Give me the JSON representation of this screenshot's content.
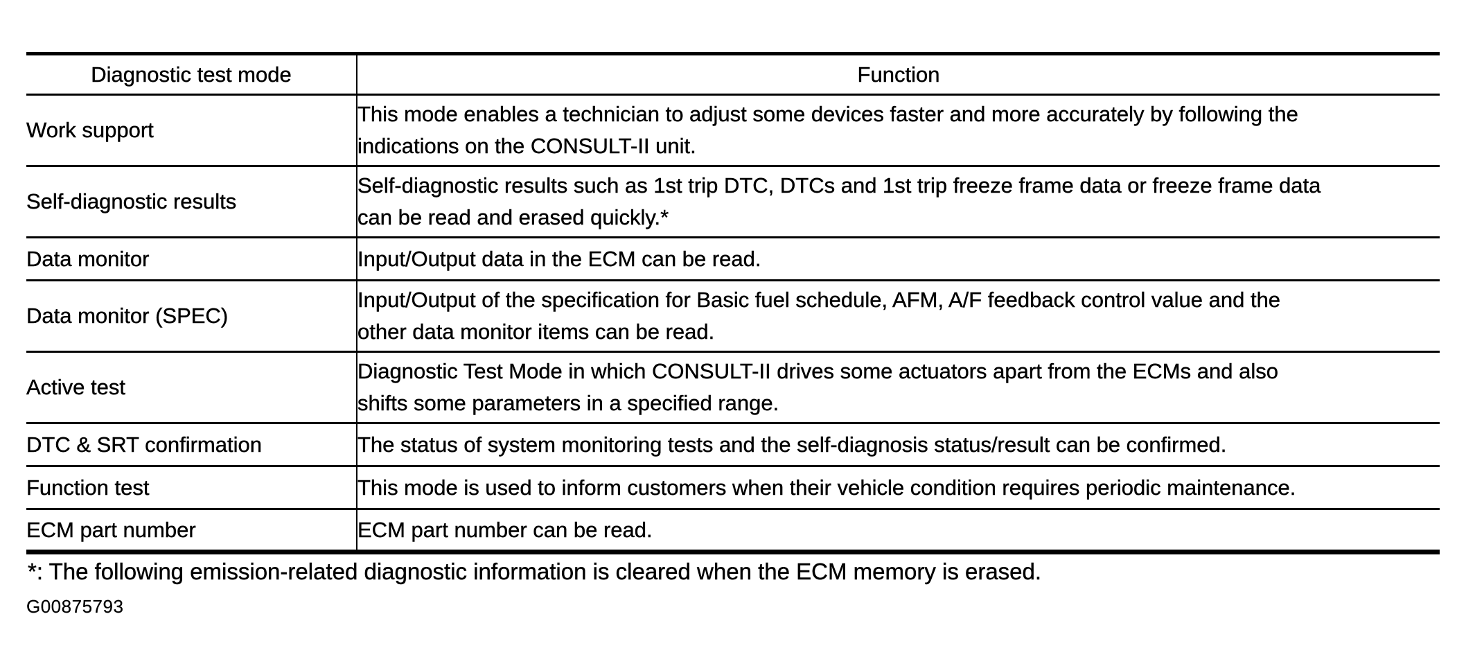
{
  "table": {
    "headers": {
      "mode": "Diagnostic test mode",
      "function": "Function"
    },
    "rows": [
      {
        "mode": "Work support",
        "function_lines": [
          "This mode enables a technician to adjust some devices faster and more accurately by following the",
          "indications on the CONSULT-II unit."
        ]
      },
      {
        "mode": "Self-diagnostic results",
        "function_lines": [
          "Self-diagnostic results such as 1st trip DTC, DTCs and 1st trip freeze frame data or freeze frame data",
          "can be read and erased quickly.*"
        ]
      },
      {
        "mode": "Data monitor",
        "function_lines": [
          "Input/Output data in the ECM can be read."
        ]
      },
      {
        "mode": "Data monitor (SPEC)",
        "function_lines": [
          "Input/Output of the specification for Basic fuel schedule, AFM, A/F feedback control value and the",
          "other data monitor items can be read."
        ]
      },
      {
        "mode": "Active test",
        "function_lines": [
          "Diagnostic Test Mode in which CONSULT-II drives some actuators apart from the ECMs and also",
          "shifts some parameters in a specified range."
        ]
      },
      {
        "mode": "DTC & SRT confirmation",
        "function_lines": [
          "The status of system monitoring tests and the self-diagnosis status/result can be confirmed."
        ]
      },
      {
        "mode": "Function test",
        "function_lines": [
          "This mode is used to inform customers when their vehicle condition requires periodic maintenance."
        ]
      },
      {
        "mode": "ECM part number",
        "function_lines": [
          "ECM part number can be read."
        ]
      }
    ]
  },
  "footnote": "*: The following emission-related diagnostic information is cleared when the ECM memory is erased.",
  "figure_code": "G00875793",
  "colors": {
    "text": "#000000",
    "background": "#ffffff",
    "border": "#000000"
  }
}
